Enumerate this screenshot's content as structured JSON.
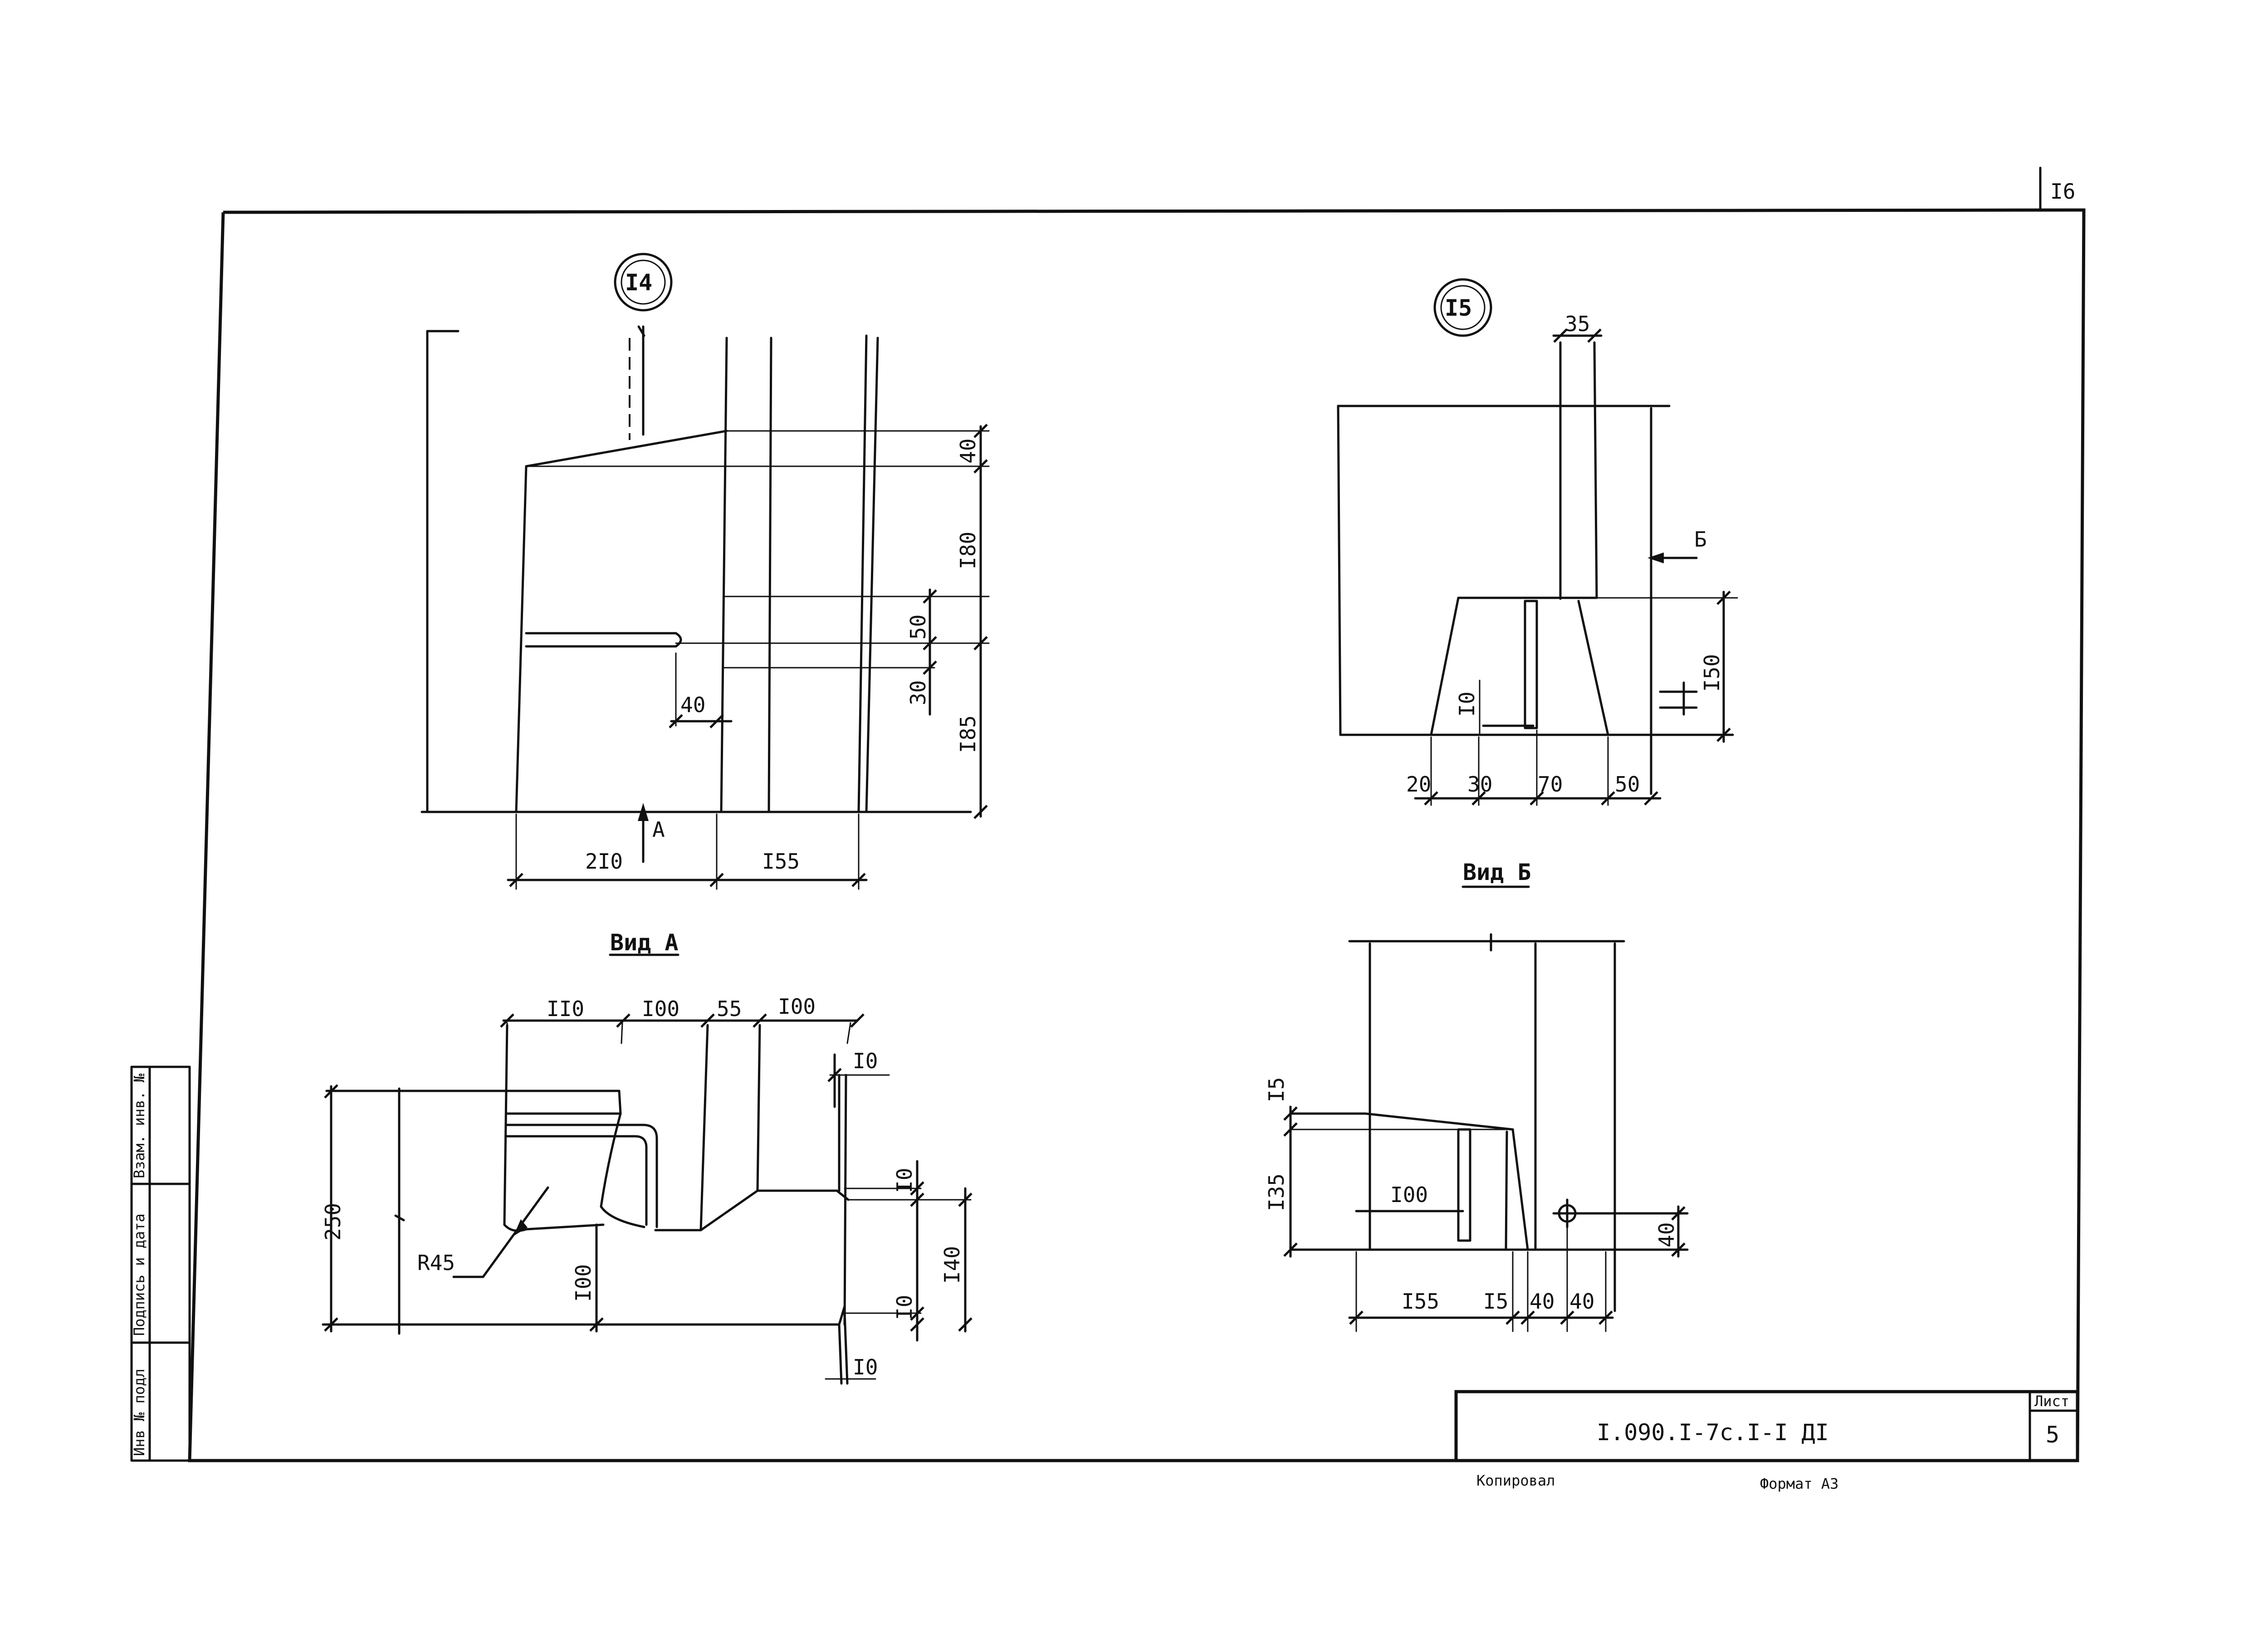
{
  "sheet": {
    "corner_number": "I6",
    "format": "Формат А3",
    "copied_by": "Копировал",
    "title_block": {
      "code": "I.090.I-7c.I-I ДI",
      "sheet_label": "Лист",
      "sheet_number": "5"
    },
    "side_stamp": {
      "inv_original": "Инв № подл",
      "sign_date": "Подпись и дата",
      "inv_replace": "Взам. инв. №"
    }
  },
  "node14": {
    "mark": "I4",
    "arrow_label": "А",
    "dims": {
      "d40_top": "40",
      "d180": "I80",
      "d50": "50",
      "d30": "30",
      "d185": "I85",
      "d40_stub": "40",
      "d210": "2I0",
      "d155": "I55"
    }
  },
  "node15": {
    "mark": "I5",
    "arrow_label": "Б",
    "dims": {
      "d35": "35",
      "d150": "I50",
      "d10": "I0",
      "d20": "20",
      "d30": "30",
      "d70": "70",
      "d50": "50"
    }
  },
  "viewA": {
    "title": "Вид А",
    "dims": {
      "d110": "II0",
      "d100a": "I00",
      "d55": "55",
      "d100b": "I00",
      "d10_top": "I0",
      "d250": "250",
      "d10_mid": "I0",
      "d140": "I40",
      "d100_v": "I00",
      "d10_low": "I0",
      "d10_bot": "I0",
      "r45": "R45"
    }
  },
  "viewB": {
    "title": "Вид Б",
    "dims": {
      "d15_v": "I5",
      "d135": "I35",
      "d100": "I00",
      "d40_v": "40",
      "d155": "I55",
      "d15_h": "I5",
      "d40a": "40",
      "d40b": "40"
    }
  }
}
